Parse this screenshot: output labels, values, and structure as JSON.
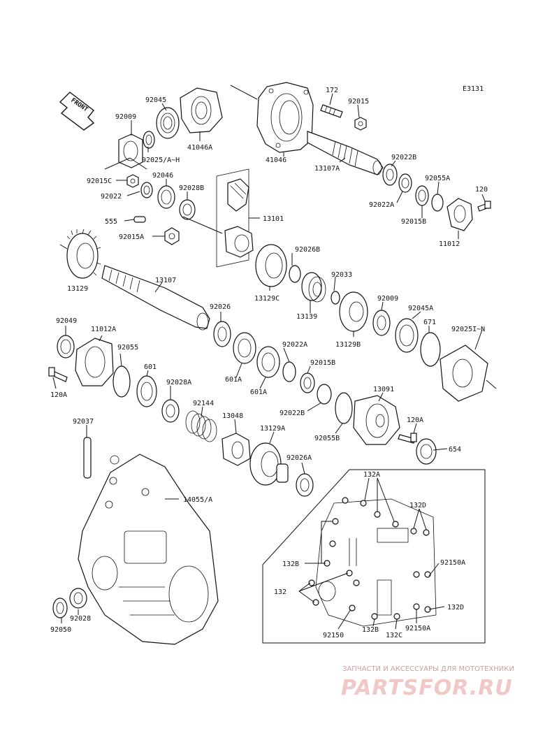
{
  "diagram": {
    "ref_code": "E3131",
    "front_label": "FRONT"
  },
  "labels": {
    "l92045": "92045",
    "l92009a": "92009",
    "l41046a": "41046A",
    "l92025": "92025/A~H",
    "l41046": "41046",
    "l172": "172",
    "l92015": "92015",
    "l13107a": "13107A",
    "l92022b_top": "92022B",
    "l92055a": "92055A",
    "l120": "120",
    "l92022a_top": "92022A",
    "l92015b_top": "92015B",
    "l11012": "11012",
    "l92015c": "92015C",
    "l92046": "92046",
    "l92022": "92022",
    "l92028b": "92028B",
    "l555": "555",
    "l92015a": "92015A",
    "l13101": "13101",
    "l13129": "13129",
    "l13107": "13107",
    "l92026b": "92026B",
    "l92033": "92033",
    "l13129c": "13129C",
    "l13139": "13139",
    "l92009b": "92009",
    "l92045a": "92045A",
    "l13129b": "13129B",
    "l671": "671",
    "l92025i": "92025I~N",
    "l92049": "92049",
    "l11012a": "11012A",
    "l92055": "92055",
    "l92026": "92026",
    "l601": "601",
    "l601a_1": "601A",
    "l92022a_mid": "92022A",
    "l601a_2": "601A",
    "l92015b_mid": "92015B",
    "l120a_left": "120A",
    "l92028a": "92028A",
    "l92022b_mid": "92022B",
    "l13091": "13091",
    "l92144": "92144",
    "l13048": "13048",
    "l92055b": "92055B",
    "l120a_right": "120A",
    "l654": "654",
    "l92037": "92037",
    "l13129a": "13129A",
    "l92026a": "92026A",
    "l14055": "14055/A",
    "l132a": "132A",
    "l132d_top": "132D",
    "l132b_1": "132B",
    "l92150a_1": "92150A",
    "l132": "132",
    "l132d_bot": "132D",
    "l92150": "92150",
    "l132b_2": "132B",
    "l132c": "132C",
    "l92150a_2": "92150A",
    "l92050": "92050",
    "l92028": "92028"
  },
  "watermark": {
    "subtitle": "ЗАПЧАСТИ И АКСЕССУАРЫ ДЛЯ МОТОТЕХНИКИ",
    "brand": "PARTSFOR.RU"
  }
}
